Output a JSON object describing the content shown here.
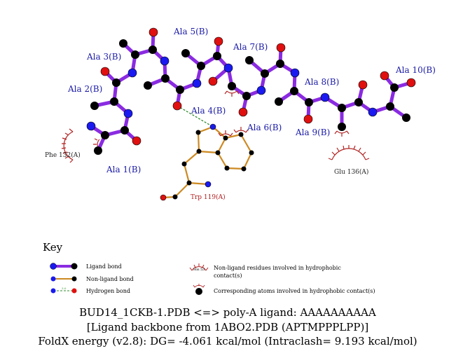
{
  "ligand_residues": [
    "Ala 1(B)",
    "Ala 2(B)",
    "Ala 3(B)",
    "Ala 4(B)",
    "Ala 5(B)",
    "Ala 6(B)",
    "Ala 7(B)",
    "Ala 8(B)",
    "Ala 9(B)",
    "Ala 10(B)"
  ],
  "non_ligand_residues": {
    "phe": "Phe 132(A)",
    "trp": "Trp 119(A)",
    "glu": "Glu 136(A)"
  },
  "key": {
    "title": "Key",
    "ligand_bond": "Ligand bond",
    "non_ligand_bond": "Non-ligand bond",
    "hydrogen_bond": "Hydrogen bond",
    "hbond_length": "3.0",
    "example_residue": "His 53",
    "hydrophobic_residues": "Non-ligand residues involved in hydrophobic",
    "hydrophobic_residues_2": "contact(s)",
    "hydrophobic_atoms": "Corresponding atoms involved in hydrophobic contact(s)"
  },
  "caption": {
    "line1": "BUD14_1CKB-1.PDB <=> poly-A ligand: AAAAAAAAAA",
    "line2": "[Ligand backbone from 1ABO2.PDB (APTMPPPLPP)]",
    "line3": "FoldX energy (v2.8): DG= -4.061 kcal/mol (Intraclash= 9.193 kcal/mol)"
  },
  "colors": {
    "ligand_bond": "#8a2be2",
    "non_ligand_bond": "#cd8a22",
    "hbond": "#2e8b2e",
    "carbon": "#000000",
    "nitrogen": "#1a1af0",
    "oxygen": "#e01010",
    "hydrophobic": "#b22222",
    "residue_label": "#1a1aa6"
  }
}
